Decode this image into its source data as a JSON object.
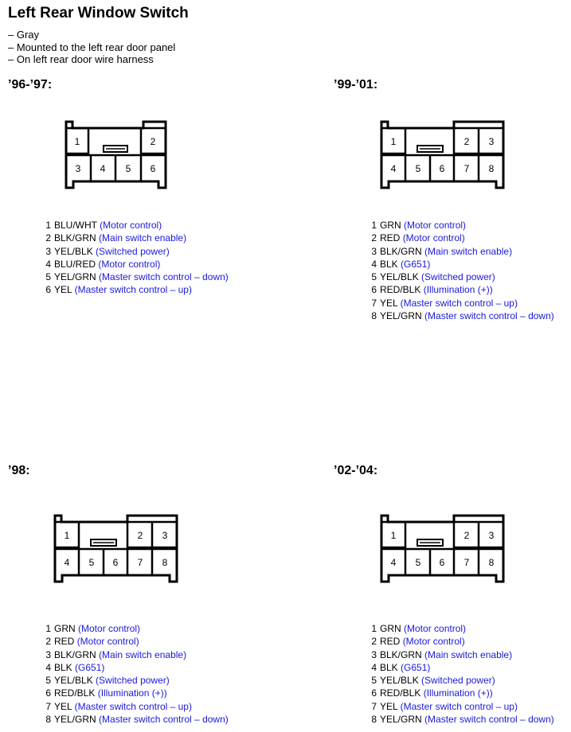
{
  "page": {
    "title": "Left Rear Window Switch",
    "notes": [
      "– Gray",
      "– Mounted to the left rear door panel",
      "– On left rear door wire harness"
    ]
  },
  "colors": {
    "function_text": "#1a1adb"
  },
  "sections": [
    {
      "label": "’96-’97:",
      "top_row": [
        "1",
        "2"
      ],
      "bottom_row": [
        "3",
        "4",
        "5",
        "6"
      ],
      "pins": [
        {
          "num": "1",
          "wire": "BLU/WHT",
          "func": "(Motor control)"
        },
        {
          "num": "2",
          "wire": "BLK/GRN",
          "func": "(Main switch enable)"
        },
        {
          "num": "3",
          "wire": "YEL/BLK",
          "func": "(Switched power)"
        },
        {
          "num": "4",
          "wire": "BLU/RED",
          "func": "(Motor control)"
        },
        {
          "num": "5",
          "wire": "YEL/GRN",
          "func": "(Master switch control – down)"
        },
        {
          "num": "6",
          "wire": "YEL",
          "func": "(Master switch control – up)"
        }
      ]
    },
    {
      "label": "’99-’01:",
      "top_row": [
        "1",
        "2",
        "3"
      ],
      "bottom_row": [
        "4",
        "5",
        "6",
        "7",
        "8"
      ],
      "pins": [
        {
          "num": "1",
          "wire": "GRN",
          "func": "(Motor control)"
        },
        {
          "num": "2",
          "wire": "RED",
          "func": "(Motor control)"
        },
        {
          "num": "3",
          "wire": "BLK/GRN",
          "func": "(Main switch enable)"
        },
        {
          "num": "4",
          "wire": "BLK",
          "func": "(G651)"
        },
        {
          "num": "5",
          "wire": "YEL/BLK",
          "func": "(Switched power)"
        },
        {
          "num": "6",
          "wire": "RED/BLK",
          "func": "(Illumination (+))"
        },
        {
          "num": "7",
          "wire": "YEL",
          "func": "(Master switch control – up)"
        },
        {
          "num": "8",
          "wire": "YEL/GRN",
          "func": "(Master switch control – down)"
        }
      ]
    },
    {
      "label": "’98:",
      "top_row": [
        "1",
        "2",
        "3"
      ],
      "bottom_row": [
        "4",
        "5",
        "6",
        "7",
        "8"
      ],
      "pins": [
        {
          "num": "1",
          "wire": "GRN",
          "func": "(Motor control)"
        },
        {
          "num": "2",
          "wire": "RED",
          "func": "(Motor control)"
        },
        {
          "num": "3",
          "wire": "BLK/GRN",
          "func": "(Main switch enable)"
        },
        {
          "num": "4",
          "wire": "BLK",
          "func": "(G651)"
        },
        {
          "num": "5",
          "wire": "YEL/BLK",
          "func": "(Switched power)"
        },
        {
          "num": "6",
          "wire": "RED/BLK",
          "func": "(Illumination (+))"
        },
        {
          "num": "7",
          "wire": "YEL",
          "func": "(Master switch control – up)"
        },
        {
          "num": "8",
          "wire": "YEL/GRN",
          "func": "(Master switch control – down)"
        }
      ]
    },
    {
      "label": "’02-’04:",
      "top_row": [
        "1",
        "2",
        "3"
      ],
      "bottom_row": [
        "4",
        "5",
        "6",
        "7",
        "8"
      ],
      "pins": [
        {
          "num": "1",
          "wire": "GRN",
          "func": "(Motor control)"
        },
        {
          "num": "2",
          "wire": "RED",
          "func": "(Motor control)"
        },
        {
          "num": "3",
          "wire": "BLK/GRN",
          "func": "(Main switch enable)"
        },
        {
          "num": "4",
          "wire": "BLK",
          "func": "(G651)"
        },
        {
          "num": "5",
          "wire": "YEL/BLK",
          "func": "(Switched power)"
        },
        {
          "num": "6",
          "wire": "RED/BLK",
          "func": "(Illumination (+))"
        },
        {
          "num": "7",
          "wire": "YEL",
          "func": "(Master switch control – up)"
        },
        {
          "num": "8",
          "wire": "YEL/GRN",
          "func": "(Master switch control – down)"
        }
      ]
    }
  ]
}
